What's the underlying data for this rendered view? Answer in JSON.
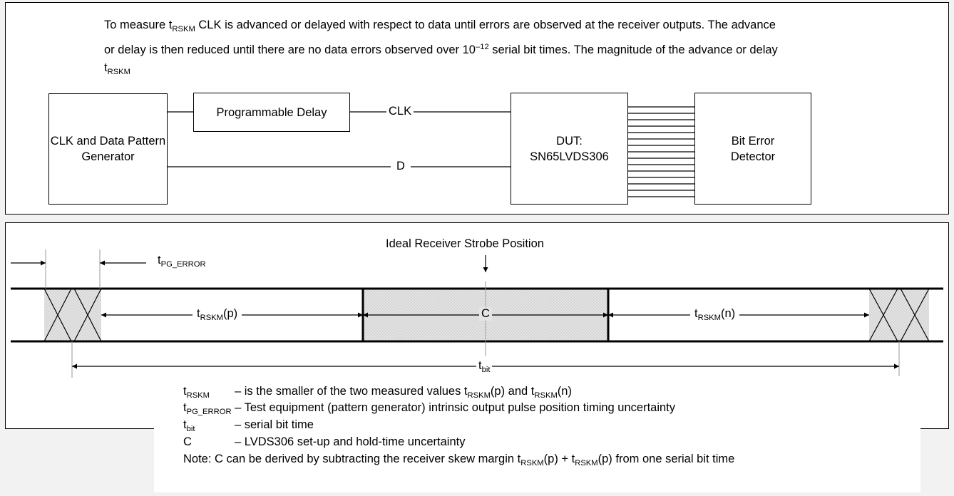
{
  "intro": {
    "l1_a": "To measure t",
    "l1_sub": "RSKM",
    "l1_b": " CLK is advanced or delayed with respect to data until errors are observed at the receiver outputs.  The advance",
    "l2_a": "or delay is then reduced until there are no data errors observed over 10",
    "l2_sup": "–12",
    "l2_b": " serial bit times.  The magnitude of the advance or delay",
    "l3_a": "t",
    "l3_sub": "RSKM"
  },
  "blocks": {
    "generator": "CLK and Data Pattern Generator",
    "delay": "Programmable Delay",
    "dut_line1": "DUT:",
    "dut_line2": "SN65LVDS306",
    "detector": "Bit Error Detector"
  },
  "signals": {
    "clk": "CLK",
    "data": "D"
  },
  "timing": {
    "strobe_label": "Ideal Receiver Strobe Position",
    "pg_error_t": "t",
    "pg_error_sub": "PG_ERROR",
    "rskm_p_t": "t",
    "rskm_p_sub": "RSKM",
    "rskm_p_suffix": "(p)",
    "c_label": "C",
    "rskm_n_t": "t",
    "rskm_n_sub": "RSKM",
    "rskm_n_suffix": "(n)",
    "tbit_t": "t",
    "tbit_sub": "bit"
  },
  "legend": {
    "r1_t": "t",
    "r1_sub": "RSKM",
    "r1_desc_a": "– is the smaller of the two measured values t",
    "r1_desc_sub1": "RSKM",
    "r1_desc_b": "(p) and t",
    "r1_desc_sub2": "RSKM",
    "r1_desc_c": "(n)",
    "r2_t": "t",
    "r2_sub": "PG_ERROR",
    "r2_desc": " – Test equipment (pattern generator) intrinsic output pulse position timing uncertainty",
    "r3_t": "t",
    "r3_sub": "bit",
    "r3_desc": "– serial bit time",
    "r4_term": "C",
    "r4_desc": "– LVDS306 set-up and hold-time uncertainty",
    "note_a": "Note: C can be derived by subtracting the receiver skew margin t",
    "note_sub1": "RSKM",
    "note_b": "(p) + t",
    "note_sub2": "RSKM",
    "note_c": "(p) from one serial bit time"
  },
  "colors": {
    "line": "#000000",
    "shade": "#e3e3e3",
    "page_bg": "#f2f2f2"
  }
}
